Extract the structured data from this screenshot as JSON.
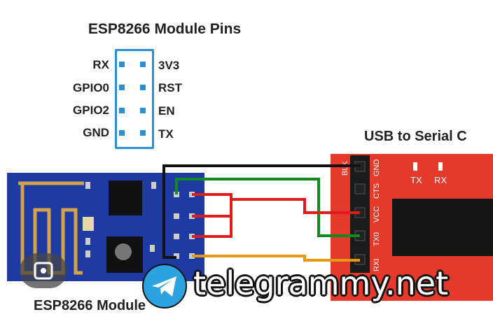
{
  "title": "ESP8266 Module Pins",
  "pins_left": [
    "RX",
    "GPIO0",
    "GPIO2",
    "GND"
  ],
  "pins_right": [
    "3V3",
    "RST",
    "EN",
    "TX"
  ],
  "usb_title": "USB to Serial C",
  "usb_pins": [
    "BLK",
    "GND",
    "CTS",
    "VCC",
    "TX0",
    "RXI"
  ],
  "usb_leds": [
    "TX",
    "RX"
  ],
  "esp_label": "ESP8266 Module",
  "watermark": "telegrammy.net",
  "colors": {
    "module_blue": "#1e3ba3",
    "board_red": "#e53a2b",
    "header_border": "#2b8fd6",
    "wire_black": "#111111",
    "wire_green": "#118a1f",
    "wire_red": "#e01b1b",
    "wire_orange": "#e39a10"
  },
  "icons": [
    "telegram-icon",
    "lens-icon"
  ]
}
